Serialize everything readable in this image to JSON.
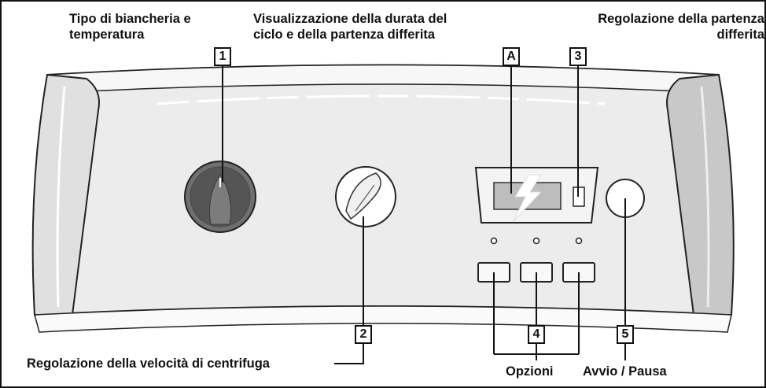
{
  "callouts": {
    "label_1": "Tipo di biancheria e temperatura",
    "label_1_line1": "Tipo di biancheria e",
    "label_1_line2": "temperatura",
    "label_a_line1": "Visualizzazione della durata del",
    "label_a_line2": "ciclo e della partenza differita",
    "label_3_line1": "Regolazione della partenza",
    "label_3_line2": "differita",
    "label_2": "Regolazione della velocità di centrifuga",
    "label_4": "Opzioni",
    "label_5": "Avvio / Pausa"
  },
  "markers": {
    "m1": "1",
    "mA": "A",
    "m3": "3",
    "m2": "2",
    "m4": "4",
    "m5": "5"
  },
  "colors": {
    "panel_fill": "#ececec",
    "knob_dark": "#6f6f6f",
    "line": "#111111"
  },
  "icons": {
    "wash_dial": "program-knob-icon",
    "spin_dial": "spin-knob-icon",
    "start_button": "start-pause-button-icon"
  }
}
